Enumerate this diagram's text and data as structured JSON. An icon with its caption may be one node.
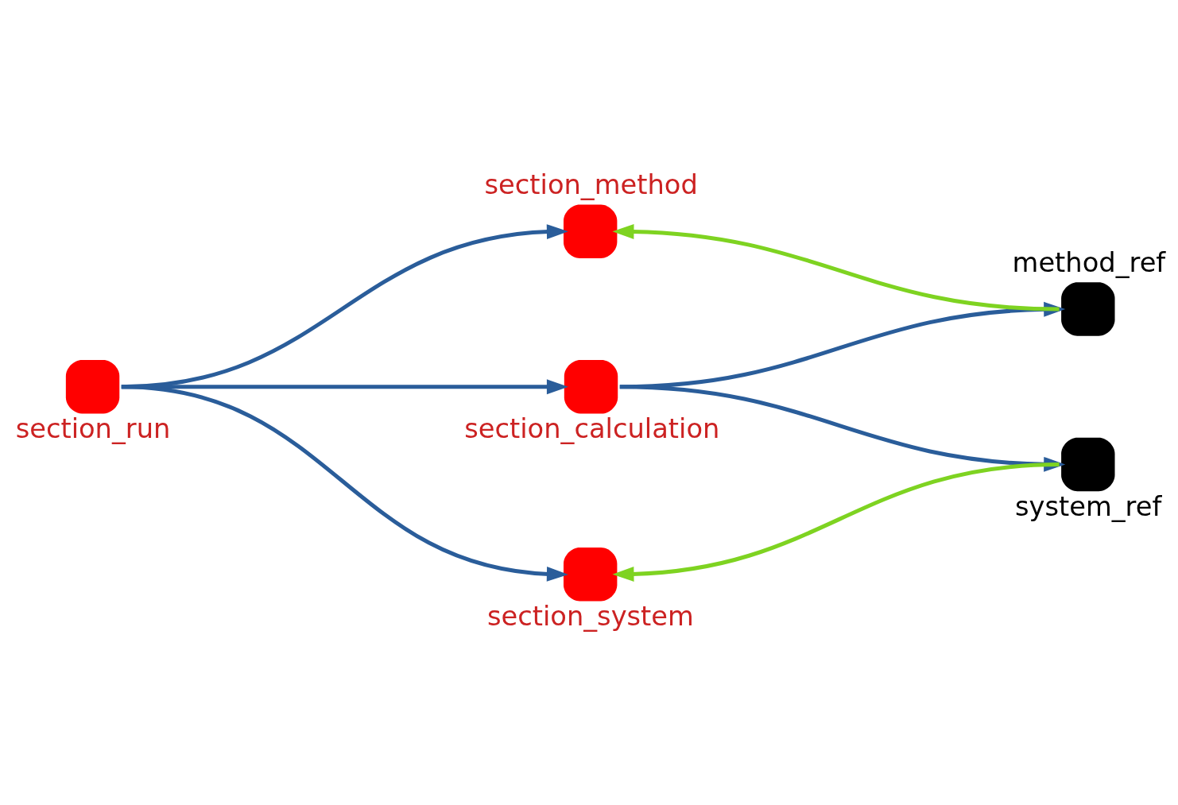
{
  "diagram": {
    "nodes": [
      {
        "text": [
          "section_run"
        ]
      },
      {
        "text": [
          "section_method"
        ]
      },
      {
        "text": [
          "section_calculation"
        ]
      },
      {
        "text": [
          "section_system"
        ]
      },
      {
        "text": [
          "method_ref"
        ]
      },
      {
        "text": [
          "system_ref"
        ]
      }
    ],
    "edges": [
      {
        "from": 0,
        "to": 1,
        "arrow": "to"
      },
      {
        "from": 0,
        "to": 2,
        "arrow": "to"
      },
      {
        "from": 0,
        "to": 3,
        "arrow": "to"
      },
      {
        "from": 2,
        "to": 4,
        "arrow": "to"
      },
      {
        "from": 2,
        "to": 5,
        "arrow": "to"
      },
      {
        "from": 4,
        "to": 1,
        "arrow": "to",
        "color": "#7ed321"
      },
      {
        "from": 5,
        "to": 3,
        "arrow": "to",
        "color": "#7ed321"
      }
    ]
  }
}
